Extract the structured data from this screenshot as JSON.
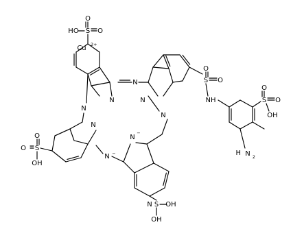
{
  "molecule": {
    "metal": {
      "symbol": "Cu",
      "charge": "2+"
    },
    "atoms": [
      {
        "id": "so3h_top",
        "label": "HO–S=O"
      },
      {
        "id": "n_labels",
        "label": "N"
      }
    ],
    "labels": {
      "ho": "HO",
      "s": "S",
      "o": "O",
      "n": "N",
      "nminus": "N",
      "minus": "−",
      "nh": "NH",
      "h2n_h": "H",
      "h2n_n": "N",
      "h2n_2": "2",
      "oh": "OH",
      "cu": "Cu",
      "cu_charge": "2+"
    }
  }
}
